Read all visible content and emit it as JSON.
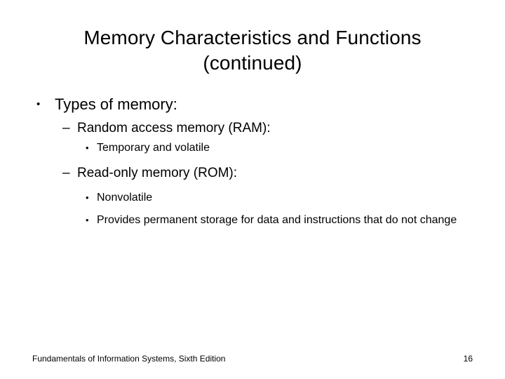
{
  "slide": {
    "background_color": "#ffffff",
    "text_color": "#000000",
    "title": {
      "line1": "Memory Characteristics and Functions",
      "line2": "(continued)"
    },
    "bullets": {
      "l1_types": {
        "marker": "•",
        "text": "Types of memory:"
      },
      "l2_ram": {
        "marker": "–",
        "text": "Random access memory (RAM):"
      },
      "l3_temporary": {
        "marker": "•",
        "text": "Temporary and volatile"
      },
      "l2_rom": {
        "marker": "–",
        "text": "Read-only memory (ROM):"
      },
      "l3_nonvolatile": {
        "marker": "•",
        "text": "Nonvolatile"
      },
      "l3_permanent": {
        "marker": "•",
        "text": "Provides permanent storage for data and instructions that do not change"
      }
    },
    "footer": {
      "source": "Fundamentals of Information Systems, Sixth Edition",
      "page_number": "16"
    }
  }
}
